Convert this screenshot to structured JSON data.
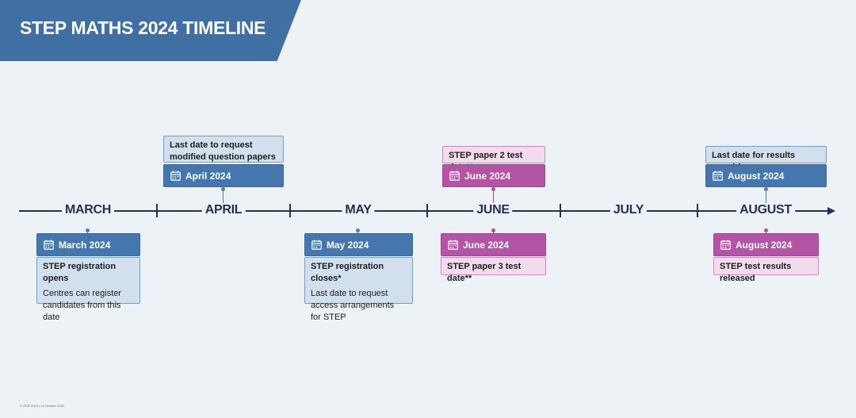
{
  "header": {
    "title": "STEP MATHS 2024 TIMELINE"
  },
  "months": [
    "MARCH",
    "APRIL",
    "MAY",
    "JUNE",
    "JULY",
    "AUGUST"
  ],
  "events": {
    "march": {
      "date": "March 2024",
      "title": "STEP registration opens",
      "desc": "Centres can register candidates from this date"
    },
    "april": {
      "date": "April 2024",
      "title": "Last date to request modified question papers for STEP"
    },
    "may": {
      "date": "May 2024",
      "title": "STEP registration closes*",
      "desc": "Last date to request access arrangements for STEP"
    },
    "june_paper2": {
      "date": "June 2024",
      "title": "STEP paper 2 test date**"
    },
    "june_paper3": {
      "date": "June 2024",
      "title": "STEP paper 3 test date**"
    },
    "august_enquiries": {
      "date": "August 2024",
      "title": "Last date for results enquiries"
    },
    "august_results": {
      "date": "August 2024",
      "title": "STEP test results released"
    }
  },
  "footer": {
    "text": "© OCR 2023 | 13 October 2023"
  },
  "colors": {
    "header": "#3f6fa3",
    "event_blue": "#4577ae",
    "event_pink": "#b454a5",
    "axis": "#25305a",
    "background": "#edf2f7"
  },
  "icons": {
    "date_icon": "calendar-icon"
  }
}
